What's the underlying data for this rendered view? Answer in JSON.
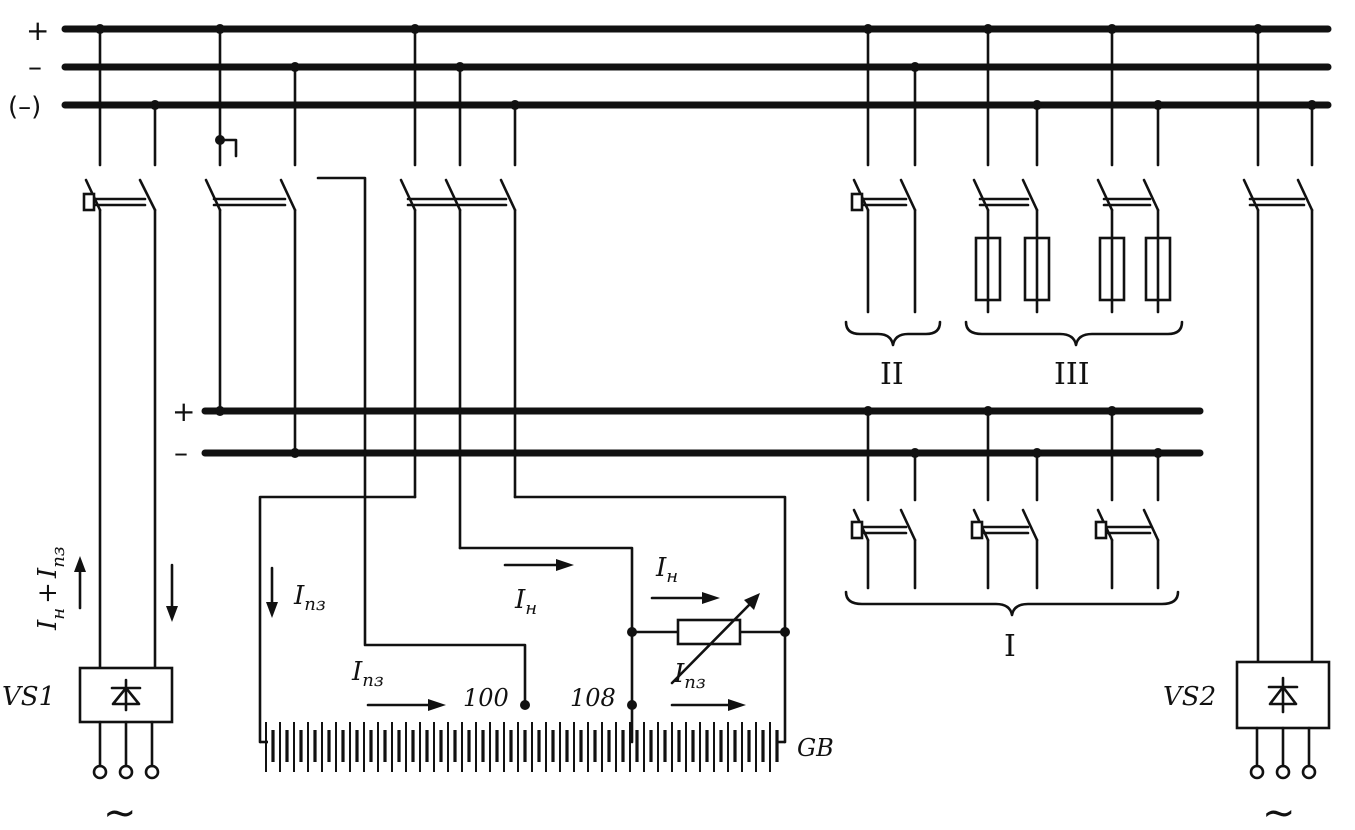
{
  "bus_labels": {
    "main_plus": "+",
    "main_minus": "–",
    "main_aux": "(–)",
    "sub_plus": "+",
    "sub_minus": "–"
  },
  "groups": {
    "group_1": "I",
    "group_2": "II",
    "group_3": "III"
  },
  "devices": {
    "rectifier_1": "VS1",
    "rectifier_2": "VS2",
    "battery": "GB",
    "ac_symbol_1": "~",
    "ac_symbol_2": "~"
  },
  "cell_taps": {
    "tap_100": "100",
    "tap_108": "108"
  },
  "currents": {
    "rectifier_total_main": "I",
    "rectifier_total_sub1": "н",
    "rectifier_total_plus": "+",
    "rectifier_total_main2": "I",
    "rectifier_total_sub2": "пз",
    "charge_left_main": "I",
    "charge_left_sub": "пз",
    "charge_bottom_main": "I",
    "charge_bottom_sub": "пз",
    "load_main": "I",
    "load_sub": "н",
    "load_res_main": "I",
    "load_res_sub": "н",
    "charge_res_main": "I",
    "charge_res_sub": "пз"
  }
}
